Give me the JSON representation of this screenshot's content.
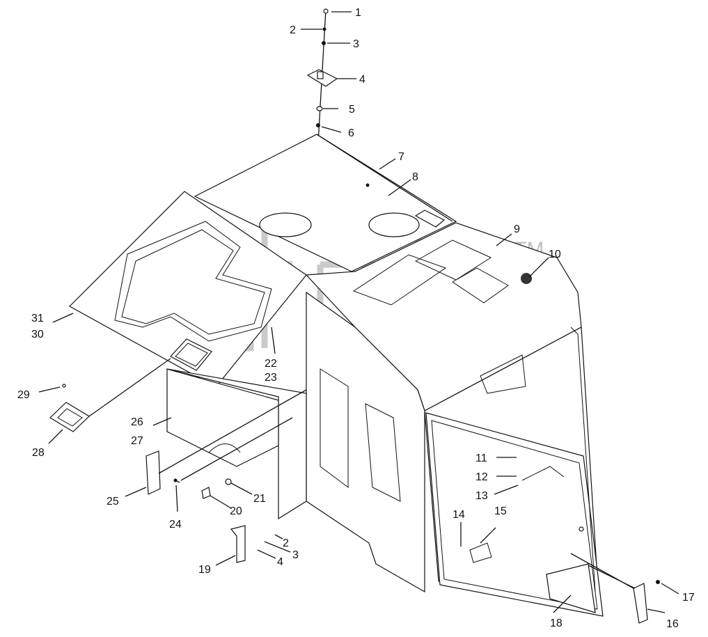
{
  "diagram": {
    "watermark": "TM",
    "labels": [
      "1",
      "2",
      "3",
      "4",
      "5",
      "6",
      "7",
      "8",
      "9",
      "10",
      "11",
      "12",
      "13",
      "14",
      "15",
      "16",
      "17",
      "18",
      "19",
      "20",
      "21",
      "22",
      "23",
      "24",
      "25",
      "26",
      "27",
      "28",
      "29",
      "30",
      "31",
      "2",
      "3",
      "4"
    ]
  }
}
